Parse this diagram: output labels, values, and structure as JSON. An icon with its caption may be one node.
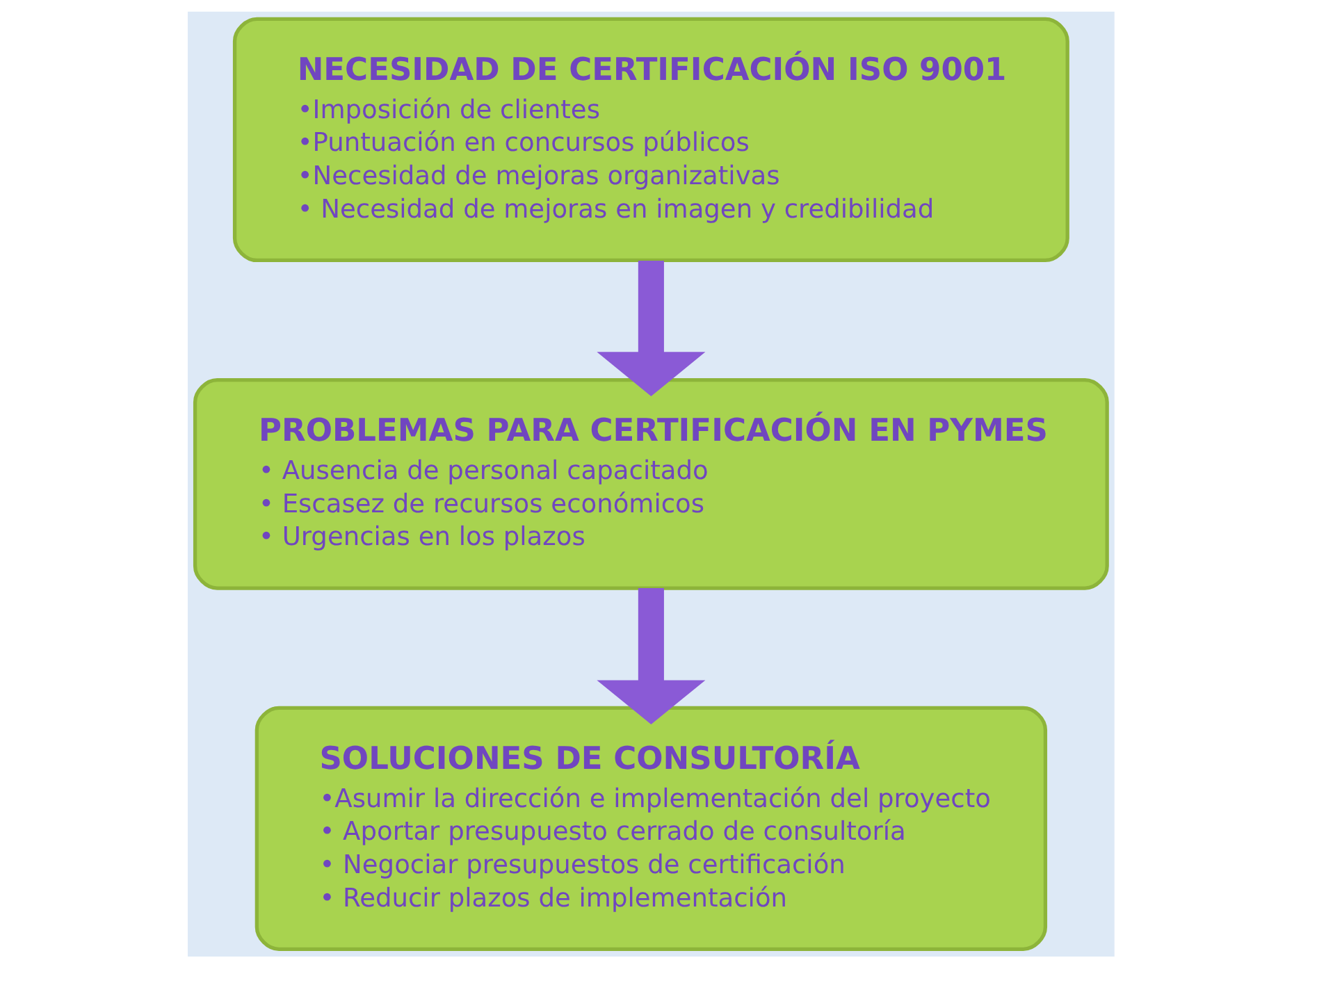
{
  "diagram": {
    "nodes": [
      {
        "text": [
          "NECESIDAD DE CERTIFICACIÓN ISO 9001",
          "•Imposición de clientes",
          "•Puntuación en concursos públicos",
          "•Necesidad de mejoras organizativas",
          "• Necesidad de mejoras en imagen y credibilidad"
        ]
      },
      {
        "text": [
          "PROBLEMAS PARA CERTIFICACIÓN EN PYMES",
          "• Ausencia de personal capacitado",
          "• Escasez de recursos económicos",
          "• Urgencias en los plazos"
        ]
      },
      {
        "text": [
          "SOLUCIONES DE CONSULTORÍA",
          "•Asumir la dirección e implementación del proyecto",
          "• Aportar presupuesto cerrado de consultoría",
          "• Negociar presupuestos de certificación",
          "• Reducir plazos de implementación"
        ]
      }
    ],
    "edges": [
      {
        "from": 0,
        "to": 1,
        "arrow": "to"
      },
      {
        "from": 1,
        "to": 2,
        "arrow": "to"
      }
    ]
  }
}
